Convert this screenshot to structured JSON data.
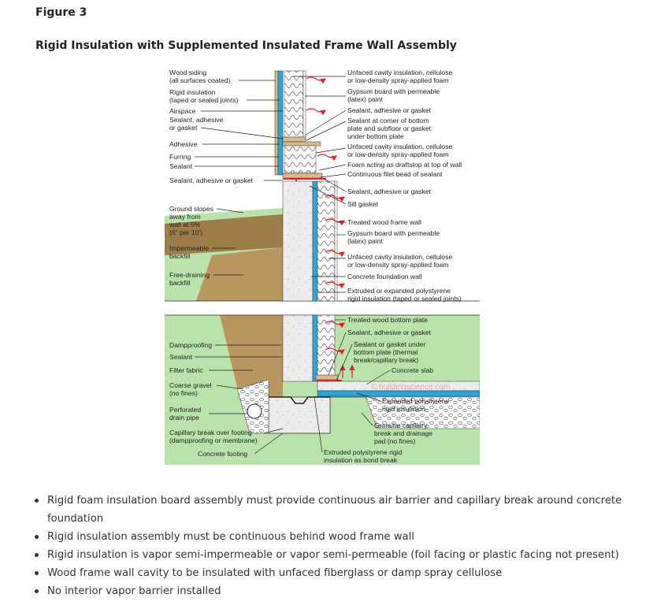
{
  "figure_label": "Figure 3",
  "title": "Rigid Insulation with Supplemented Insulated Frame Wall Assembly",
  "watermark": "© buildingscience.com",
  "left_labels": [
    "Wood siding",
    "(all surfaces coated)",
    "Rigid insulation",
    "(taped or sealed joints)",
    "Airspace",
    "Sealant, adhesive",
    "or gasket",
    "Adhesive",
    "Furring",
    "Sealant",
    "Sealant, adhesive or gasket",
    "Ground slopes",
    "away from",
    "wall at 5%",
    "(6\" per 10')",
    "Impermeable",
    "backfill",
    "Free-draining",
    "backfill",
    "Dampproofing",
    "Sealant",
    "Filter fabric",
    "Coarse gravel",
    "(no fines)",
    "Perforated",
    "drain pipe",
    "Capillary break over footing",
    "(dampproofing or membrane)",
    "Concrete footing"
  ],
  "right_labels": [
    "Unfaced cavity insulation, cellulose",
    "or low-density spray-applied foam",
    "Gypsum board with permeable",
    "(latex) paint",
    "Sealant, adhesive or gasket",
    "Sealant at corner of bottom",
    "plate and subfloor or gasket",
    "under bottom plate",
    "Unfaced cavity insulation, cellulose",
    "or low-density spray-applied foam",
    "Foam acting as draftstop at top of wall",
    "Continuous filet bead of sealant",
    "Sealant, adhesive or gasket",
    "Sill gasket",
    "Treated wood frame wall",
    "Gypsum board with permeable",
    "(latex) paint",
    "Unfaced cavity insulation, cellulose",
    "or low-density spray-applied foam",
    "Concrete foundation wall",
    "Extruded or expanded polystyrene",
    "rigid insulation (taped or sealed joints)",
    "Treated wood bottom plate",
    "Sealant, adhesive or gasket",
    "Sealant or gasket under",
    "bottom plate (thermal",
    "break/capillary break)",
    "Concrete slab",
    "Expanded polystyrene",
    "rigid insulation",
    "Granular capillary",
    "break and drainage",
    "pad (no fines)",
    "Extruded polystyrene rigid",
    "insulation as bond break"
  ],
  "bullets": [
    "Rigid foam insulation board assembly must provide continuous air barrier and capillary break around concrete foundation",
    "Rigid insulation assembly must be continuous behind wood frame wall",
    "Rigid insulation is vapor semi-impermeable or vapor semi-permeable (foil facing or plastic facing not present)",
    "Wood frame wall cavity to be insulated with unfaced fiberglass or damp spray cellulose",
    "No interior vapor barrier installed"
  ],
  "colors": {
    "grass": "#b9e3ab",
    "soil": "#b8965e",
    "concrete": "#ececec",
    "rigid_insulation": "#2aa6dc",
    "wood": "#d9b98a",
    "vapor_arrow": "#e0202a"
  }
}
